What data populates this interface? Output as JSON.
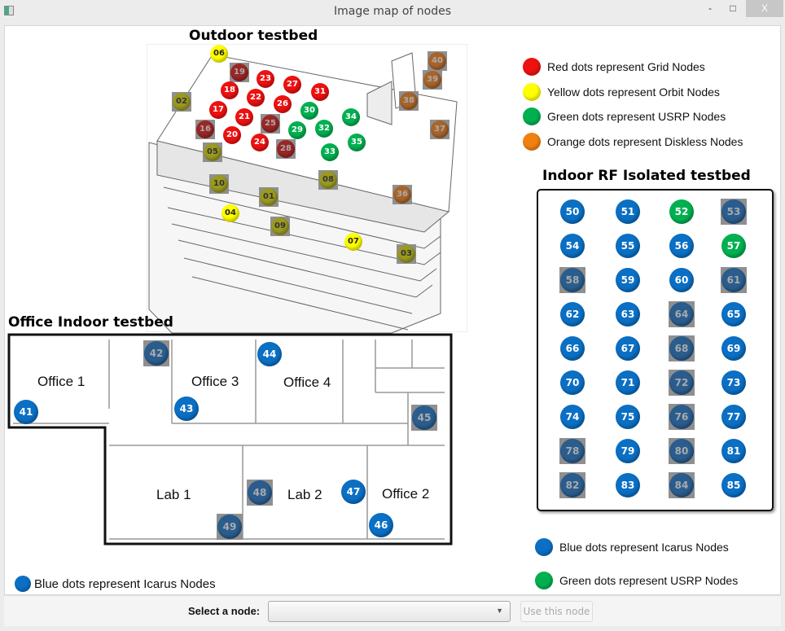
{
  "window": {
    "title": "Image map of nodes",
    "minimize": "-",
    "maximize": "□",
    "close": "X"
  },
  "outdoor": {
    "heading": "Outdoor testbed"
  },
  "office": {
    "heading": "Office Indoor testbed",
    "rooms": [
      "Office 1",
      "Office 3",
      "Office 4",
      "Lab 1",
      "Lab 2",
      "Office 2"
    ]
  },
  "indoor": {
    "heading": "Indoor RF Isolated testbed"
  },
  "colors": {
    "grid": "#ee1111",
    "orbit": "#ffff00",
    "usrp": "#00b050",
    "diskless": "#f08010",
    "icarus": "#0b6fc4"
  },
  "legend_top": [
    {
      "label": "Red dots represent Grid Nodes",
      "color": "#ee1111"
    },
    {
      "label": "Yellow dots represent Orbit Nodes",
      "color": "#ffff00"
    },
    {
      "label": "Green dots represent USRP Nodes",
      "color": "#00b050"
    },
    {
      "label": "Orange dots represent Diskless Nodes",
      "color": "#f08010"
    }
  ],
  "legend_bottom_right": [
    {
      "label": "Blue dots represent Icarus Nodes",
      "color": "#0b6fc4"
    },
    {
      "label": "Green dots represent USRP Nodes",
      "color": "#00b050"
    }
  ],
  "legend_bottom_left": {
    "label": "Blue dots represent Icarus Nodes",
    "color": "#0b6fc4"
  },
  "outdoor_nodes": [
    {
      "id": "06",
      "type": "orbit",
      "active": true
    },
    {
      "id": "19",
      "type": "grid",
      "active": false
    },
    {
      "id": "23",
      "type": "grid",
      "active": true
    },
    {
      "id": "27",
      "type": "grid",
      "active": true
    },
    {
      "id": "31",
      "type": "grid",
      "active": true
    },
    {
      "id": "18",
      "type": "grid",
      "active": true
    },
    {
      "id": "22",
      "type": "grid",
      "active": true
    },
    {
      "id": "26",
      "type": "grid",
      "active": true
    },
    {
      "id": "02",
      "type": "orbit",
      "active": false
    },
    {
      "id": "30",
      "type": "usrp",
      "active": true
    },
    {
      "id": "34",
      "type": "usrp",
      "active": true
    },
    {
      "id": "17",
      "type": "grid",
      "active": true
    },
    {
      "id": "21",
      "type": "grid",
      "active": true
    },
    {
      "id": "25",
      "type": "grid",
      "active": false
    },
    {
      "id": "29",
      "type": "usrp",
      "active": true
    },
    {
      "id": "32",
      "type": "usrp",
      "active": true
    },
    {
      "id": "35",
      "type": "usrp",
      "active": true
    },
    {
      "id": "16",
      "type": "grid",
      "active": false
    },
    {
      "id": "20",
      "type": "grid",
      "active": true
    },
    {
      "id": "24",
      "type": "grid",
      "active": true
    },
    {
      "id": "28",
      "type": "grid",
      "active": false
    },
    {
      "id": "33",
      "type": "usrp",
      "active": true
    },
    {
      "id": "05",
      "type": "orbit",
      "active": false
    },
    {
      "id": "40",
      "type": "diskless",
      "active": false
    },
    {
      "id": "39",
      "type": "diskless",
      "active": false
    },
    {
      "id": "38",
      "type": "diskless",
      "active": false
    },
    {
      "id": "37",
      "type": "diskless",
      "active": false
    },
    {
      "id": "36",
      "type": "diskless",
      "active": false
    },
    {
      "id": "08",
      "type": "orbit",
      "active": false
    },
    {
      "id": "10",
      "type": "orbit",
      "active": false
    },
    {
      "id": "01",
      "type": "orbit",
      "active": false
    },
    {
      "id": "04",
      "type": "orbit",
      "active": true
    },
    {
      "id": "09",
      "type": "orbit",
      "active": false
    },
    {
      "id": "07",
      "type": "orbit",
      "active": true
    },
    {
      "id": "03",
      "type": "orbit",
      "active": false
    }
  ],
  "office_nodes": [
    {
      "id": "41",
      "type": "icarus",
      "active": true
    },
    {
      "id": "42",
      "type": "icarus",
      "active": false
    },
    {
      "id": "43",
      "type": "icarus",
      "active": true
    },
    {
      "id": "44",
      "type": "icarus",
      "active": true
    },
    {
      "id": "45",
      "type": "icarus",
      "active": false
    },
    {
      "id": "48",
      "type": "icarus",
      "active": false
    },
    {
      "id": "47",
      "type": "icarus",
      "active": true
    },
    {
      "id": "49",
      "type": "icarus",
      "active": false
    },
    {
      "id": "46",
      "type": "icarus",
      "active": true
    }
  ],
  "indoor_nodes": [
    {
      "id": "50",
      "type": "icarus",
      "active": true
    },
    {
      "id": "51",
      "type": "icarus",
      "active": true
    },
    {
      "id": "52",
      "type": "usrp",
      "active": true
    },
    {
      "id": "53",
      "type": "icarus",
      "active": false
    },
    {
      "id": "54",
      "type": "icarus",
      "active": true
    },
    {
      "id": "55",
      "type": "icarus",
      "active": true
    },
    {
      "id": "56",
      "type": "icarus",
      "active": true
    },
    {
      "id": "57",
      "type": "usrp",
      "active": true
    },
    {
      "id": "58",
      "type": "icarus",
      "active": false
    },
    {
      "id": "59",
      "type": "icarus",
      "active": true
    },
    {
      "id": "60",
      "type": "icarus",
      "active": true
    },
    {
      "id": "61",
      "type": "icarus",
      "active": false
    },
    {
      "id": "62",
      "type": "icarus",
      "active": true
    },
    {
      "id": "63",
      "type": "icarus",
      "active": true
    },
    {
      "id": "64",
      "type": "icarus",
      "active": false
    },
    {
      "id": "65",
      "type": "icarus",
      "active": true
    },
    {
      "id": "66",
      "type": "icarus",
      "active": true
    },
    {
      "id": "67",
      "type": "icarus",
      "active": true
    },
    {
      "id": "68",
      "type": "icarus",
      "active": false
    },
    {
      "id": "69",
      "type": "icarus",
      "active": true
    },
    {
      "id": "70",
      "type": "icarus",
      "active": true
    },
    {
      "id": "71",
      "type": "icarus",
      "active": true
    },
    {
      "id": "72",
      "type": "icarus",
      "active": false
    },
    {
      "id": "73",
      "type": "icarus",
      "active": true
    },
    {
      "id": "74",
      "type": "icarus",
      "active": true
    },
    {
      "id": "75",
      "type": "icarus",
      "active": true
    },
    {
      "id": "76",
      "type": "icarus",
      "active": false
    },
    {
      "id": "77",
      "type": "icarus",
      "active": true
    },
    {
      "id": "78",
      "type": "icarus",
      "active": false
    },
    {
      "id": "79",
      "type": "icarus",
      "active": true
    },
    {
      "id": "80",
      "type": "icarus",
      "active": false
    },
    {
      "id": "81",
      "type": "icarus",
      "active": true
    },
    {
      "id": "82",
      "type": "icarus",
      "active": false
    },
    {
      "id": "83",
      "type": "icarus",
      "active": true
    },
    {
      "id": "84",
      "type": "icarus",
      "active": false
    },
    {
      "id": "85",
      "type": "icarus",
      "active": true
    }
  ],
  "bottom": {
    "select_label": "Select a node:",
    "select_value": "",
    "dropdown_arrow": "▼",
    "use_button": "Use this node"
  }
}
